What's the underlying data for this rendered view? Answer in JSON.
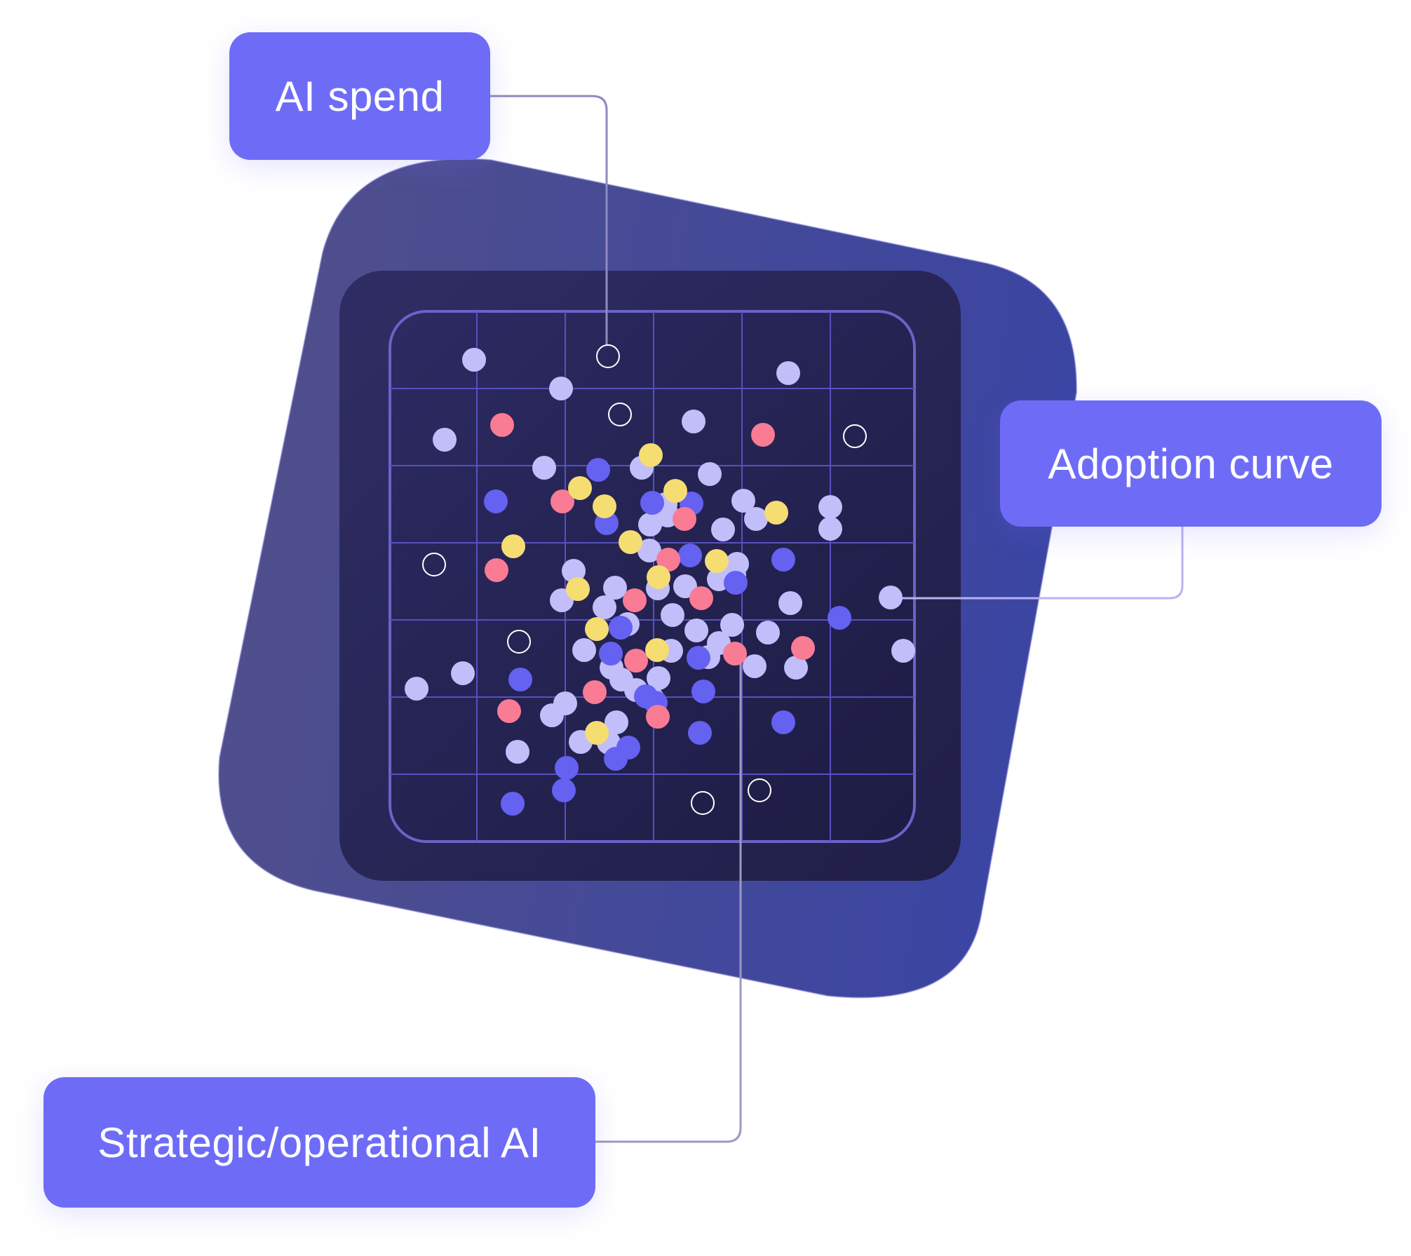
{
  "labels": {
    "ai_spend": "AI spend",
    "adoption_curve": "Adoption curve",
    "strategic": "Strategic/operational AI"
  },
  "colors": {
    "callout_bg": "#6e6cf7",
    "callout_text": "#ffffff",
    "backdrop_left": "#52508a",
    "backdrop_right": "#3b45a2",
    "frame": "#2c2a5e",
    "board": "#232350",
    "grid_line": "#5750c2",
    "connector": "#9a95c8",
    "dot_lavender": "#c1befa",
    "dot_indigo": "#6561f1",
    "dot_pink": "#f97b94",
    "dot_yellow": "#f6dd72",
    "dot_hollow": "#ffffff"
  }
}
